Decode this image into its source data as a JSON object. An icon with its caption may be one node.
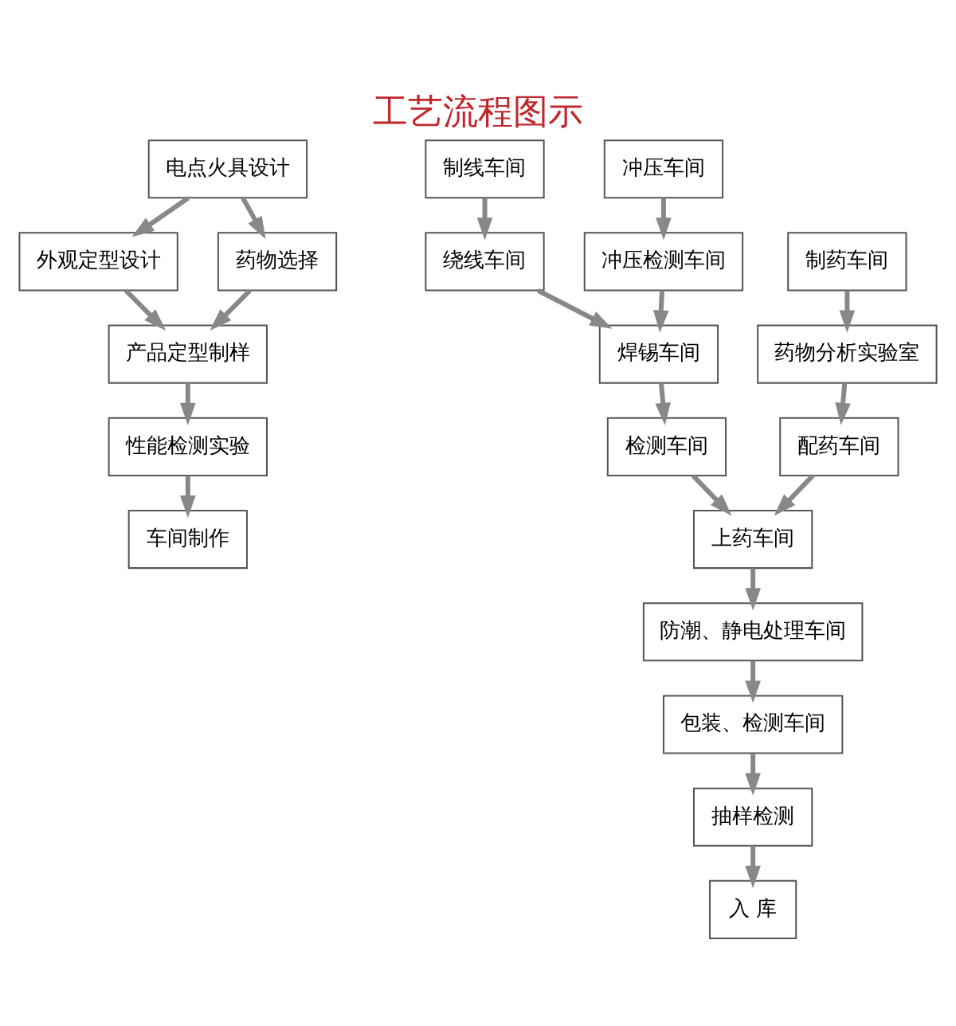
{
  "diagram": {
    "title": "工艺流程图示",
    "nodes": [
      {
        "text": [
          "电点火具设计"
        ]
      },
      {
        "text": [
          "外观定型设计"
        ]
      },
      {
        "text": [
          "药物选择"
        ]
      },
      {
        "text": [
          "产品定型制样"
        ]
      },
      {
        "text": [
          "性能检测实验"
        ]
      },
      {
        "text": [
          "车间制作"
        ]
      },
      {
        "text": [
          "制线车间"
        ]
      },
      {
        "text": [
          "绕线车间"
        ]
      },
      {
        "text": [
          "焊锡车间"
        ]
      },
      {
        "text": [
          "检测车间"
        ]
      },
      {
        "text": [
          "上药车间"
        ]
      },
      {
        "text": [
          "防潮、静电处理车间"
        ]
      },
      {
        "text": [
          "包装、检测车间"
        ]
      },
      {
        "text": [
          "抽样检测"
        ]
      },
      {
        "text": [
          "入 库"
        ]
      },
      {
        "text": [
          "冲压车间"
        ]
      },
      {
        "text": [
          "冲压检测车间"
        ]
      },
      {
        "text": [
          "制药车间"
        ]
      },
      {
        "text": [
          "药物分析实验室"
        ]
      },
      {
        "text": [
          "配药车间"
        ]
      }
    ],
    "edges": [
      {
        "from": 0,
        "to": 1,
        "arrow": "to"
      },
      {
        "from": 0,
        "to": 2,
        "arrow": "to"
      },
      {
        "from": 1,
        "to": 3,
        "arrow": "to"
      },
      {
        "from": 2,
        "to": 3,
        "arrow": "to"
      },
      {
        "from": 3,
        "to": 4,
        "arrow": "to"
      },
      {
        "from": 4,
        "to": 5,
        "arrow": "to"
      },
      {
        "from": 6,
        "to": 7,
        "arrow": "to"
      },
      {
        "from": 7,
        "to": 8,
        "arrow": "to"
      },
      {
        "from": 8,
        "to": 9,
        "arrow": "to"
      },
      {
        "from": 9,
        "to": 10,
        "arrow": "to"
      },
      {
        "from": 10,
        "to": 11,
        "arrow": "to"
      },
      {
        "from": 11,
        "to": 12,
        "arrow": "to"
      },
      {
        "from": 12,
        "to": 13,
        "arrow": "to"
      },
      {
        "from": 13,
        "to": 14,
        "arrow": "to"
      },
      {
        "from": 15,
        "to": 16,
        "arrow": "to"
      },
      {
        "from": 16,
        "to": 8,
        "arrow": "to"
      },
      {
        "from": 17,
        "to": 18,
        "arrow": "to"
      },
      {
        "from": 18,
        "to": 19,
        "arrow": "to"
      },
      {
        "from": 19,
        "to": 10,
        "arrow": "to"
      }
    ]
  }
}
